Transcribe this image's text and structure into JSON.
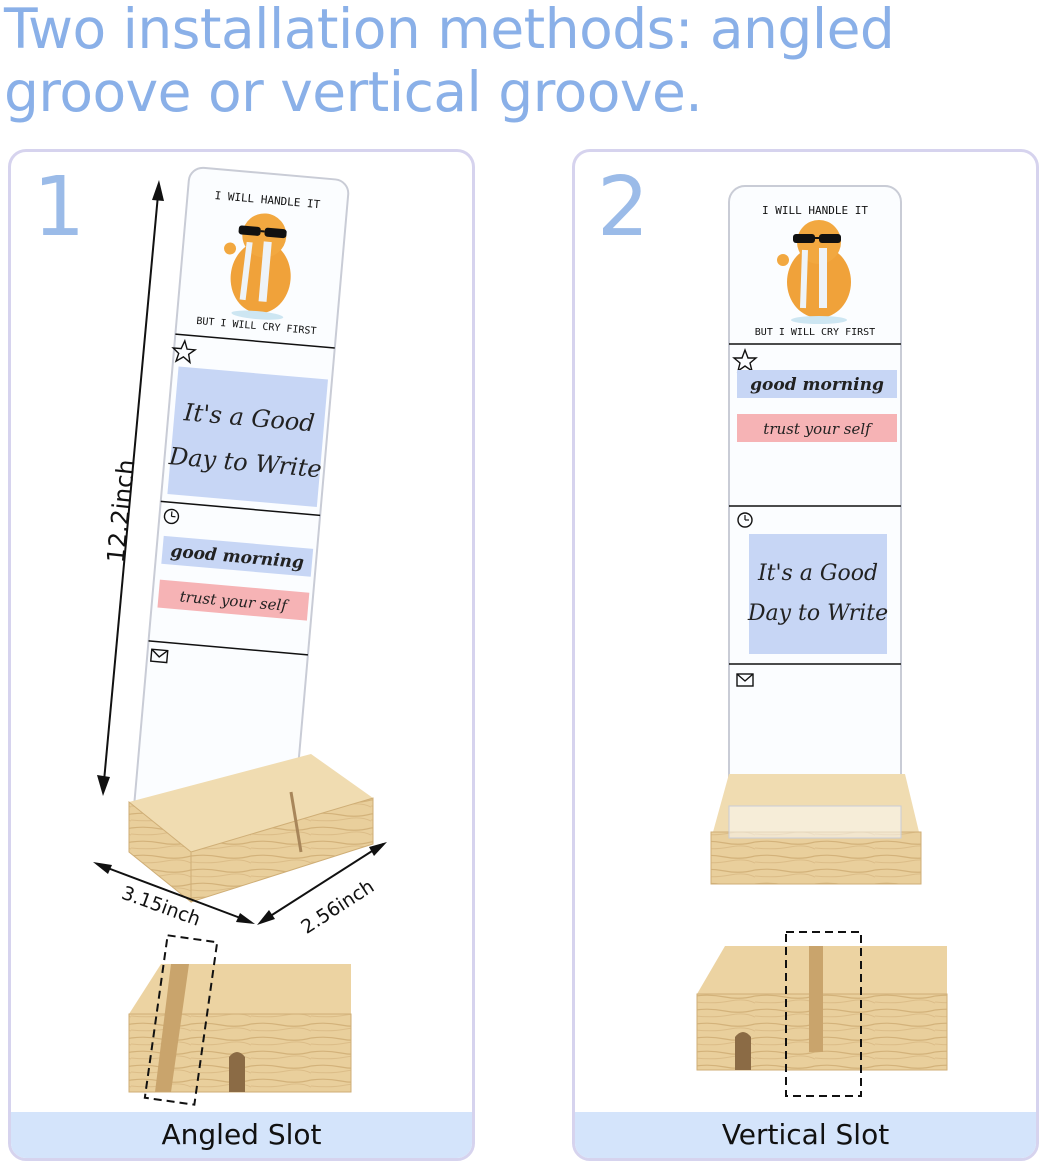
{
  "headline": "Two installation methods: angled groove or vertical groove.",
  "panels": [
    {
      "number": "1",
      "caption": "Angled Slot",
      "board": {
        "top_text": "I WILL HANDLE IT",
        "bottom_text": "BUT I WILL CRY FIRST",
        "note_large": [
          "It's a Good",
          "Day to Write"
        ],
        "note_blue": "good morning",
        "note_pink": "trust your self"
      },
      "dimensions": {
        "height": "12.2inch",
        "width": "3.15inch",
        "depth": "2.56inch"
      }
    },
    {
      "number": "2",
      "caption": "Vertical Slot",
      "board": {
        "top_text": "I WILL HANDLE IT",
        "bottom_text": "BUT I WILL CRY FIRST",
        "note_large": [
          "It's a Good",
          "Day to Write"
        ],
        "note_blue": "good morning",
        "note_pink": "trust your self"
      }
    }
  ],
  "colors": {
    "headline": "#8ab0e8",
    "panel_border": "#d6d3ee",
    "caption_bar": "#d4e4fb",
    "note_blue": "#c7d6f5",
    "note_pink": "#f6b3b5",
    "wood": "#e9cf9c"
  },
  "icons": [
    "star-icon",
    "alarm-clock-icon",
    "envelope-icon",
    "duck-mascot-icon"
  ]
}
